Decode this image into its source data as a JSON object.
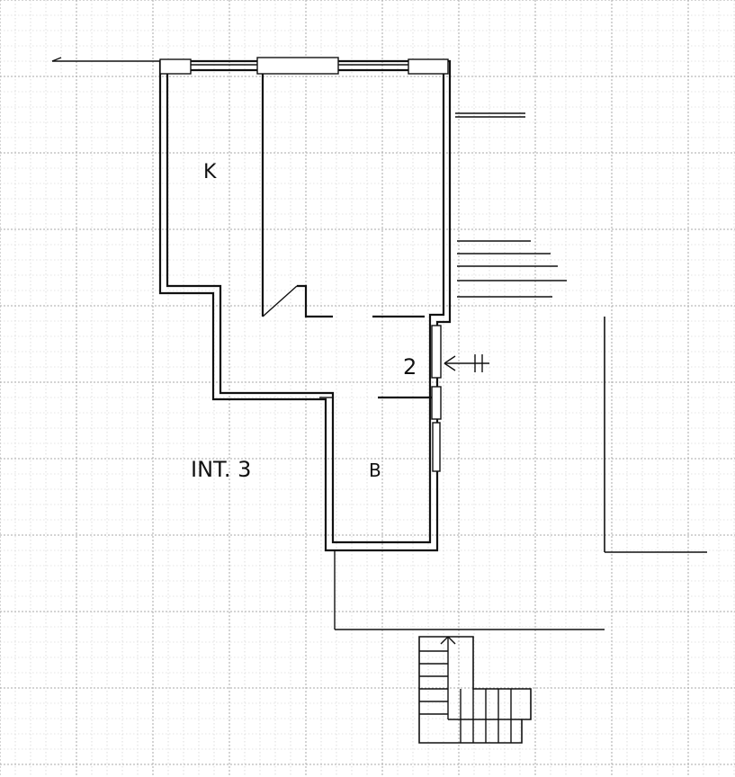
{
  "plan": {
    "rooms": {
      "kitchen_label": "K",
      "bath_label": "B"
    },
    "floor_label": "2",
    "unit_label": "INT. 3",
    "colors": {
      "ink": "#111111",
      "paper": "#ffffff",
      "grid": "#c9c9c9"
    }
  }
}
